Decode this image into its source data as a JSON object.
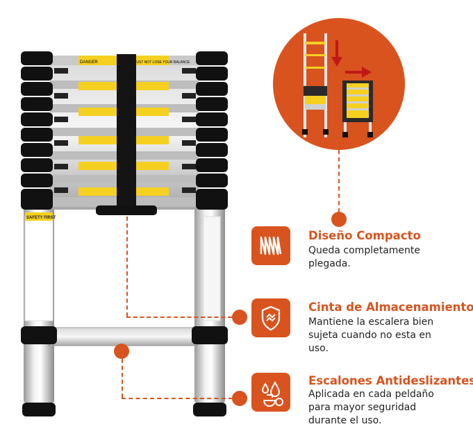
{
  "colors": {
    "accent": "#d9531e",
    "text": "#222222"
  },
  "ladder": {
    "label_danger": "DANGER",
    "label_balance": "YOU MUST NOT LOSE YOUR BALANCE",
    "label_safety": "SAFETY FIRST"
  },
  "features": [
    {
      "icon": "compact-fold-icon",
      "title": "Diseño Compacto",
      "description": "Queda completamente plegada."
    },
    {
      "icon": "storage-strap-shield-icon",
      "title": "Cinta de Almacenamiento",
      "description": "Mantiene la escalera bien sujeta cuando no esta en uso."
    },
    {
      "icon": "anti-slip-drops-icon",
      "title": "Escalones Antideslizantes",
      "description": "Aplicada en cada peldaño para mayor seguridad durante el uso."
    }
  ]
}
